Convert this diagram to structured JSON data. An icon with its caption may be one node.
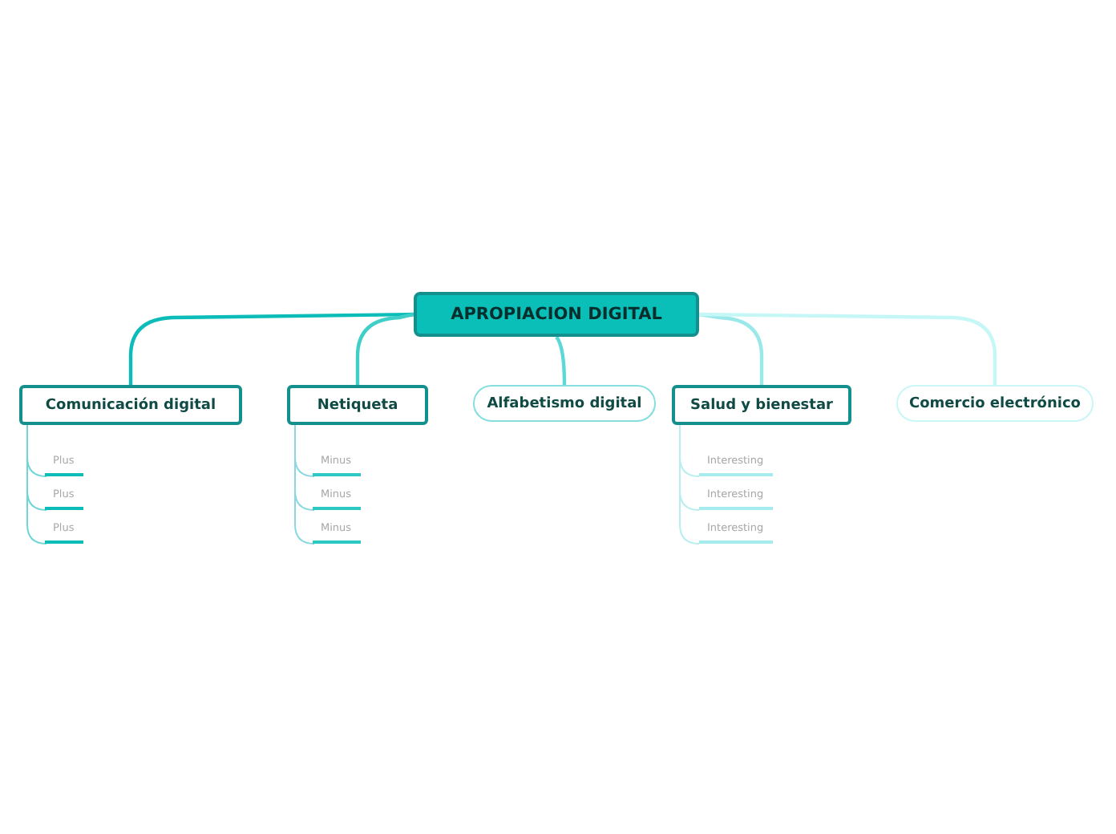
{
  "diagram": {
    "nodes": [
      {
        "text": [
          "APROPIACION DIGITAL"
        ]
      },
      {
        "text": [
          "Comunicación digital"
        ]
      },
      {
        "text": [
          "Netiqueta"
        ]
      },
      {
        "text": [
          "Alfabetismo digital"
        ]
      },
      {
        "text": [
          "Salud y bienestar"
        ]
      },
      {
        "text": [
          "Comercio electrónico"
        ]
      },
      {
        "text": [
          "Plus"
        ]
      },
      {
        "text": [
          "Plus"
        ]
      },
      {
        "text": [
          "Plus"
        ]
      },
      {
        "text": [
          "Minus"
        ]
      },
      {
        "text": [
          "Minus"
        ]
      },
      {
        "text": [
          "Minus"
        ]
      },
      {
        "text": [
          "Interesting"
        ]
      },
      {
        "text": [
          "Interesting"
        ]
      },
      {
        "text": [
          "Interesting"
        ]
      }
    ],
    "edges": [
      {
        "from": 0,
        "to": 1,
        "arrow": "none",
        "color": "#0bbcb8"
      },
      {
        "from": 0,
        "to": 2,
        "arrow": "none",
        "color": "#40cfc8"
      },
      {
        "from": 0,
        "to": 3,
        "arrow": "none",
        "color": "#5cd8d8"
      },
      {
        "from": 0,
        "to": 4,
        "arrow": "none",
        "color": "#9ae8ea"
      },
      {
        "from": 0,
        "to": 5,
        "arrow": "none",
        "color": "#c6f7f7"
      },
      {
        "from": 1,
        "to": 6,
        "arrow": "none",
        "color": "#6fd6d6"
      },
      {
        "from": 1,
        "to": 7,
        "arrow": "none",
        "color": "#6fd6d6"
      },
      {
        "from": 1,
        "to": 8,
        "arrow": "none",
        "color": "#6fd6d6"
      },
      {
        "from": 2,
        "to": 9,
        "arrow": "none",
        "color": "#8ad8e0"
      },
      {
        "from": 2,
        "to": 10,
        "arrow": "none",
        "color": "#8ad8e0"
      },
      {
        "from": 2,
        "to": 11,
        "arrow": "none",
        "color": "#8ad8e0"
      },
      {
        "from": 4,
        "to": 12,
        "arrow": "none",
        "color": "#b8eef0"
      },
      {
        "from": 4,
        "to": 13,
        "arrow": "none",
        "color": "#b8eef0"
      },
      {
        "from": 4,
        "to": 14,
        "arrow": "none",
        "color": "#b8eef0"
      }
    ]
  }
}
